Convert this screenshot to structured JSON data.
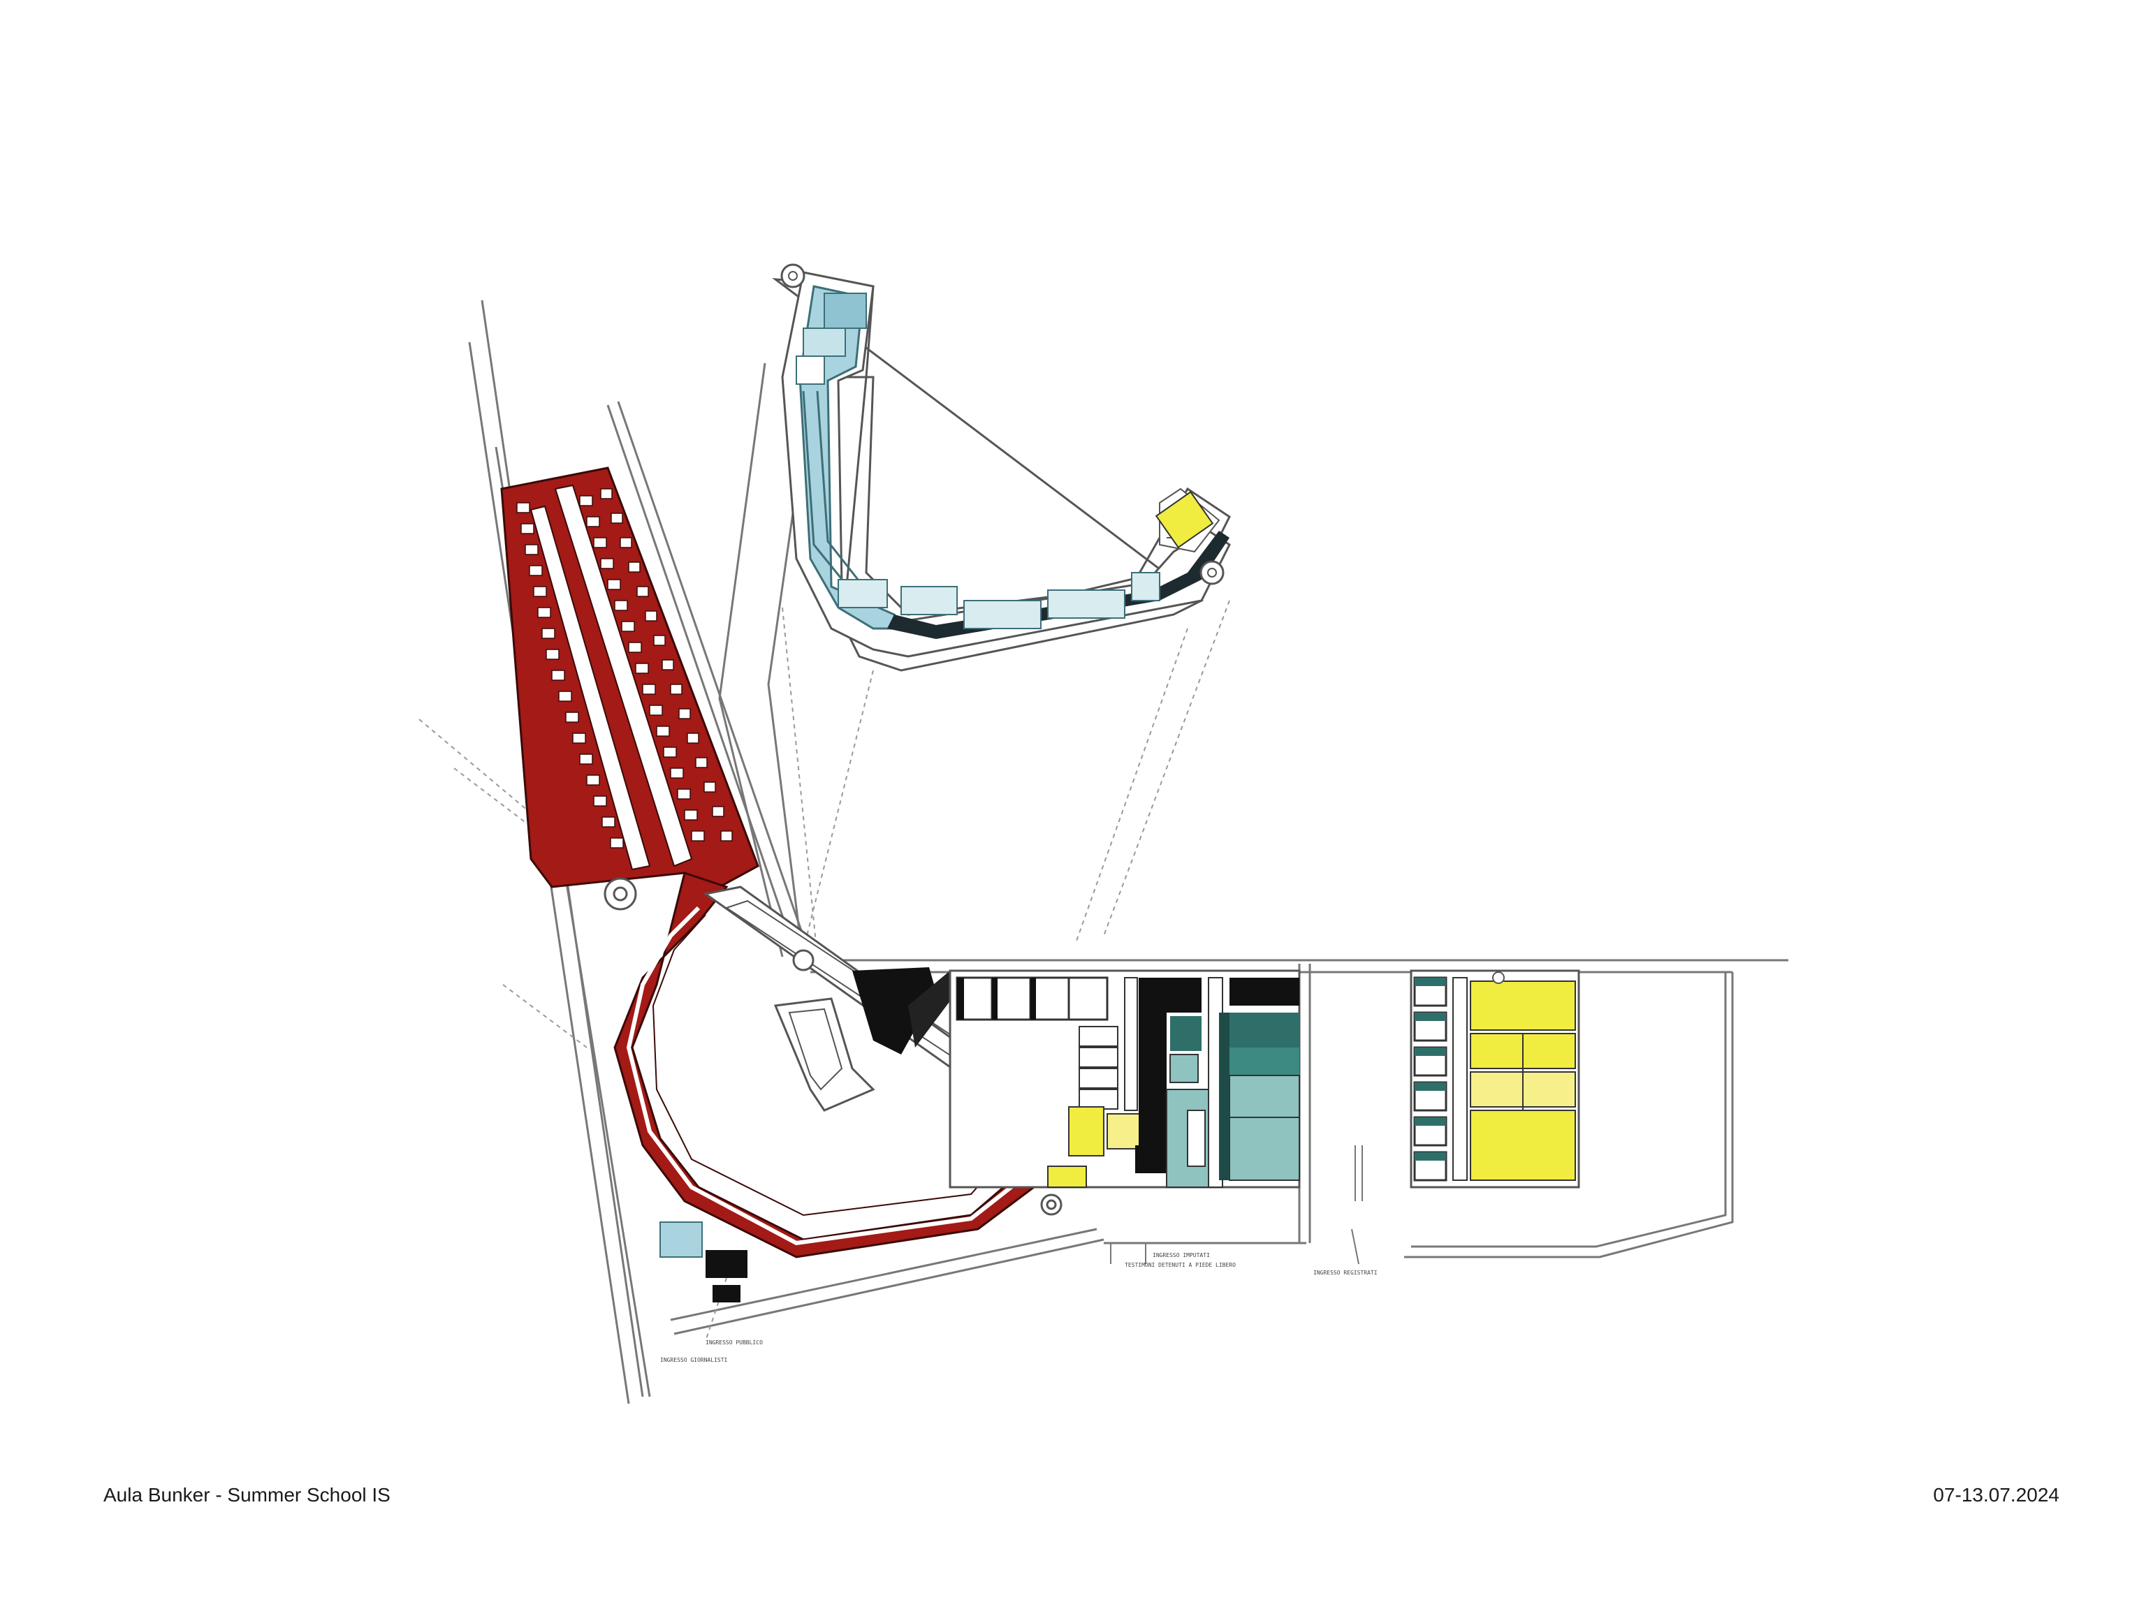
{
  "footer": {
    "left": "Aula Bunker - Summer School IS",
    "right": "07-13.07.2024"
  },
  "colors": {
    "cells": "#a31a16",
    "cells_dark": "#7e1210",
    "light_blue": "#a9d3df",
    "teal": "#8ec3c0",
    "dark_teal": "#2f6f6a",
    "yellow": "#f0ec40",
    "pale_yellow": "#f7f08a",
    "black": "#111111",
    "line": "#6a6a6a"
  },
  "labels": {
    "entrance_public": "INGRESSO PUBBLICO",
    "entrance_journalists": "INGRESSO GIORNALISTI",
    "entrance_defendants": "INGRESSO IMPUTATI",
    "defendants_free": "TESTIMONI DETENUTI A PIEDE LIBERO",
    "entrance_registrars": "INGRESSO REGISTRATI"
  }
}
